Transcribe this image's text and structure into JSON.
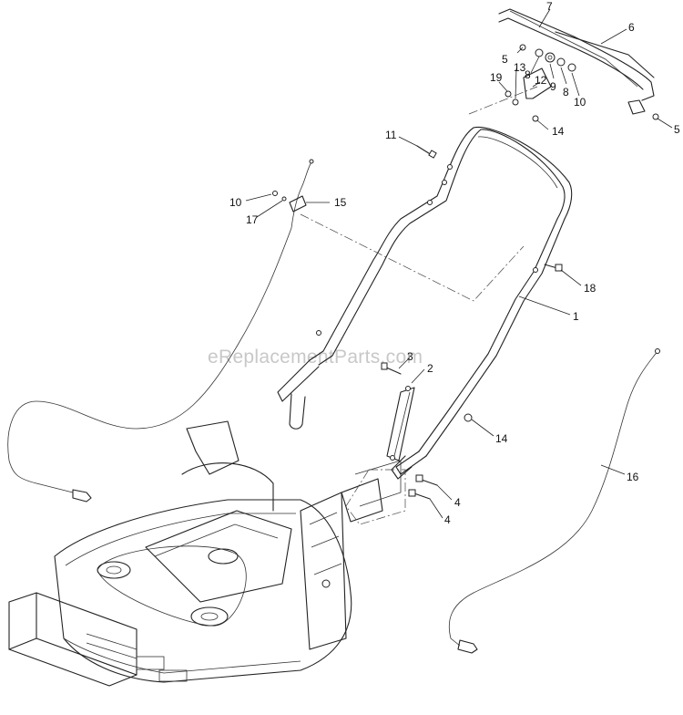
{
  "watermark": "eReplacementParts.com",
  "labels": {
    "l1": "1",
    "l2": "2",
    "l3": "3",
    "l4a": "4",
    "l4b": "4",
    "l5a": "5",
    "l5b": "5",
    "l6": "6",
    "l7": "7",
    "l8a": "8",
    "l8b": "8",
    "l9": "9",
    "l10a": "10",
    "l10b": "10",
    "l11": "11",
    "l12": "12",
    "l13": "13",
    "l14a": "14",
    "l14b": "14",
    "l15": "15",
    "l16": "16",
    "l17": "17",
    "l18": "18",
    "l19": "19"
  }
}
